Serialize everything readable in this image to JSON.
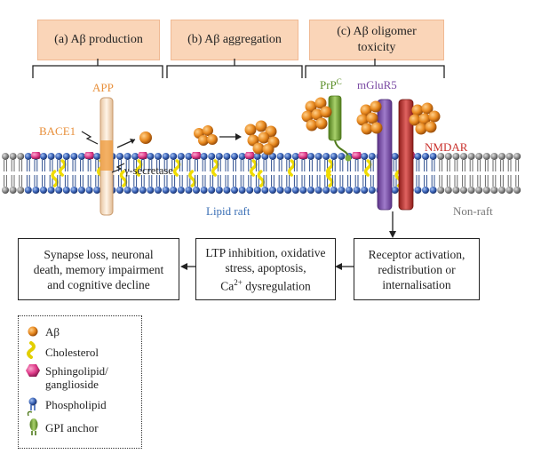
{
  "headers": {
    "a": "(a) Aβ production",
    "b": "(b) Aβ aggregation",
    "c_line1": "(c) Aβ oligomer",
    "c_line2": "toxicity"
  },
  "membrane_labels": {
    "app": "APP",
    "bace1": "BACE1",
    "gamma": "γ-secretase",
    "prpc": "PrP",
    "prpc_sup": "C",
    "mglur5": "mGluR5",
    "nmdar": "NMDAR",
    "lipid_raft": "Lipid raft",
    "non_raft": "Non-raft"
  },
  "flow": {
    "box1": [
      "Receptor activation,",
      "redistribution or",
      "internalisation"
    ],
    "box2_line1": "LTP inhibition, oxidative",
    "box2_line2": "stress, apoptosis,",
    "box2_ca": "Ca",
    "box2_sup": "2+",
    "box2_tail": " dysregulation",
    "box3": [
      "Synapse loss, neuronal",
      "death, memory impairment",
      "and cognitive decline"
    ]
  },
  "legend": {
    "abeta": "Aβ",
    "cholesterol": "Cholesterol",
    "sphingo_line1": "Sphingolipid/",
    "sphingo_line2": "ganglioside",
    "phospholipid": "Phospholipid",
    "gpi": "GPI anchor"
  },
  "colors": {
    "header_fill": "#fad5b8",
    "abeta": "#e8891f",
    "cholesterol": "#f4e61a",
    "sphingolipid": "#e23d8c",
    "phospholipid": "#3a63b8",
    "gpi": "#7fb03a",
    "mglur5": "#7a4aa3",
    "nmdar": "#c9302c",
    "app": "#f6dcc2",
    "app_label": "#e88f3a",
    "lipid_raft_label": "#3a6fb5",
    "non_raft_label": "#777777"
  },
  "icons": [
    "abeta-sphere-icon",
    "cholesterol-icon",
    "sphingolipid-icon",
    "phospholipid-icon",
    "gpi-anchor-icon"
  ]
}
